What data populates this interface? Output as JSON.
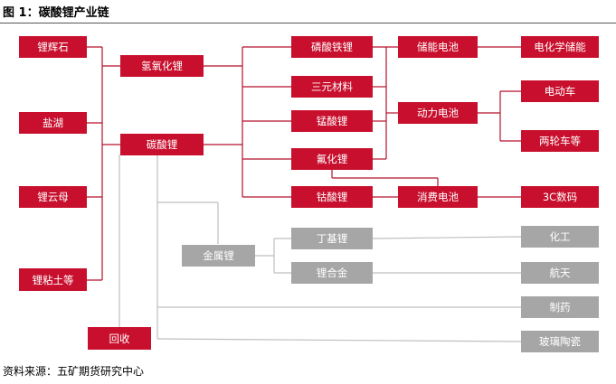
{
  "figure_title": "图 1：碳酸锂产业链",
  "source_note": "资料来源：五矿期货研究中心",
  "colors": {
    "red": "#c8102e",
    "grey": "#a6a6a6",
    "red_line": "#b5122a",
    "grey_line": "#bfbfbf"
  },
  "nodes": {
    "spodumene": "锂辉石",
    "salt_lake": "盐湖",
    "lepidolite": "锂云母",
    "clay": "锂粘土等",
    "recycling": "回收",
    "lioh": "氢氧化锂",
    "li2co3": "碳酸锂",
    "lfp": "磷酸铁锂",
    "ternary": "三元材料",
    "lmo": "锰酸锂",
    "lif": "氟化锂",
    "lco": "钴酸锂",
    "metal_li": "金属锂",
    "butyl_li": "丁基锂",
    "li_alloy": "锂合金",
    "storage_batt": "储能电池",
    "power_batt": "动力电池",
    "consumer_batt": "消费电池",
    "ess": "电化学储能",
    "ev": "电动车",
    "two_wheeler": "两轮车等",
    "electronics": "3C数码",
    "chemical": "化工",
    "aerospace": "航天",
    "pharma": "制药",
    "glass": "玻璃陶瓷"
  }
}
